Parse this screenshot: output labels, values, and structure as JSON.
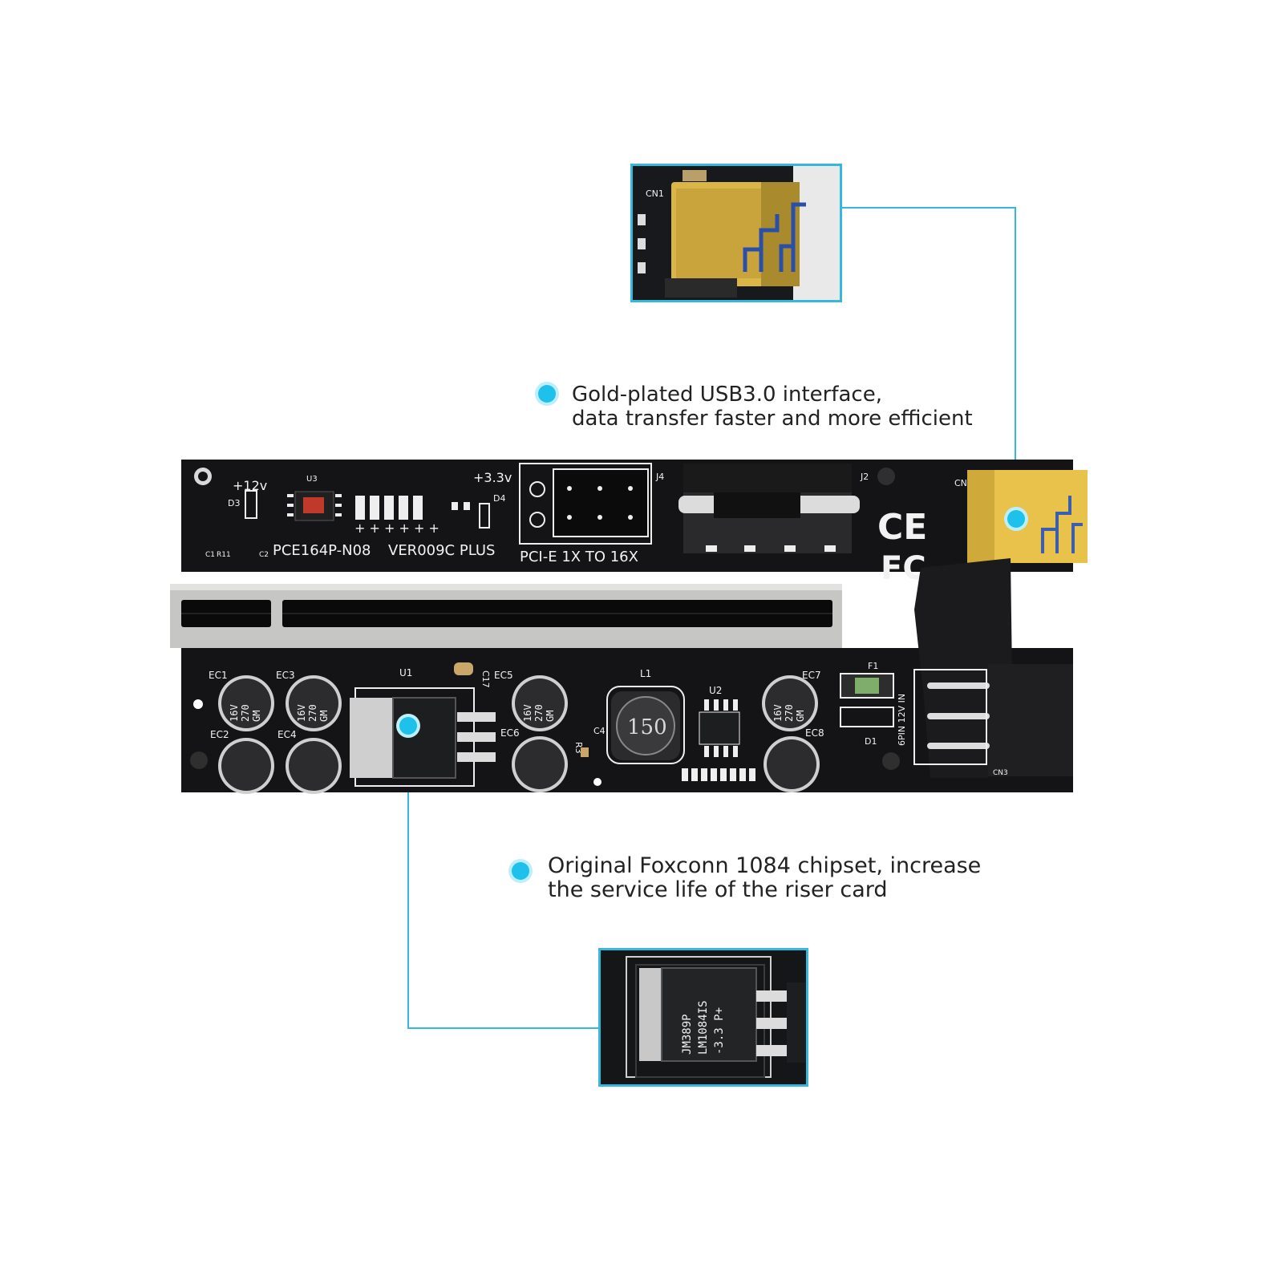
{
  "colors": {
    "accent": "#1ec0ec",
    "frame": "#36b7dc",
    "pcb": "#141416",
    "gold": "#e8c24a",
    "silk": "#f2f2f2"
  },
  "callouts": [
    {
      "line1": "Gold-plated USB3.0 interface,",
      "line2": "data transfer faster and more efficient"
    },
    {
      "line1": "Original Foxconn 1084 chipset, increase",
      "line2": "the service life of the riser card"
    }
  ],
  "board": {
    "model": "PCE164P-N08",
    "version": "VER009C PLUS",
    "interface": "PCI-E 1X TO 16X",
    "v12": "+12v",
    "v33": "+3.3v",
    "power_label": "6PIN 12V IN",
    "inductor": "150",
    "cap_value_a": "16V",
    "cap_value_b": "270",
    "cap_value_c": "GM",
    "labels": {
      "d3": "D3",
      "u3": "U3",
      "d4": "D4",
      "j4": "J4",
      "j2": "J2",
      "cn1": "CN1",
      "cn3": "CN3",
      "c1": "C1",
      "r11": "R11",
      "c2": "C2",
      "ec1": "EC1",
      "ec2": "EC2",
      "ec3": "EC3",
      "ec4": "EC4",
      "ec5": "EC5",
      "ec6": "EC6",
      "ec7": "EC7",
      "ec8": "EC8",
      "u1": "U1",
      "u2": "U2",
      "l1": "L1",
      "f1": "F1",
      "d1": "D1",
      "c17": "C17",
      "r3": "R3",
      "c4": "C4"
    },
    "chip_marking": [
      "JM389P",
      "LM1084IS",
      "-3.3 P+"
    ]
  }
}
